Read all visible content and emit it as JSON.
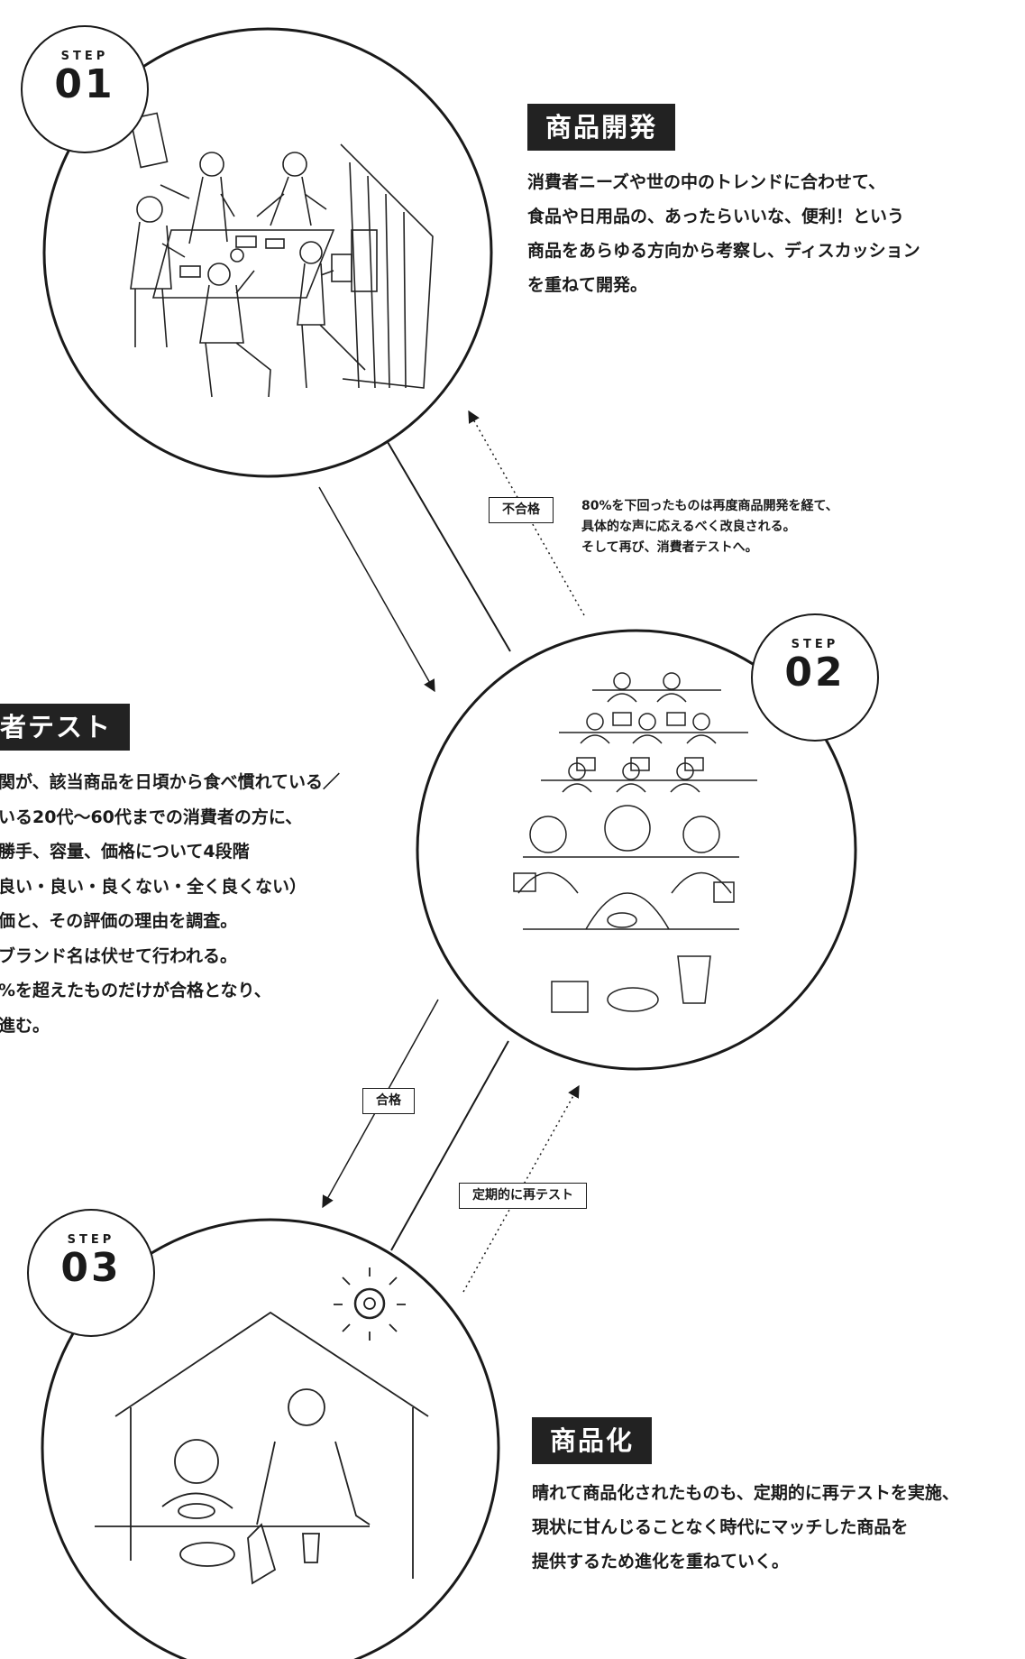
{
  "steps": [
    {
      "label": "STEP",
      "number": "01",
      "title": "商品開発",
      "description": [
        "消費者ニーズや世の中のトレンドに合わせて、",
        "食品や日用品の、あったらいいな、便利！という",
        "商品をあらゆる方向から考察し、ディスカッション",
        "を重ねて開発。"
      ],
      "illustration": "meeting-illustration"
    },
    {
      "label": "STEP",
      "number": "02",
      "title": "者テスト",
      "description": [
        "関が、該当商品を日頃から食べ慣れている／",
        "いる20代〜60代までの消費者の方に、",
        "勝手、容量、価格について4段階",
        "良い・良い・良くない・全く良くない）",
        "価と、その評価の理由を調査。",
        "ブランド名は伏せて行われる。",
        "%を超えたものだけが合格となり、",
        "進む。"
      ],
      "illustration": "tasting-panel-illustration"
    },
    {
      "label": "STEP",
      "number": "03",
      "title": "商品化",
      "description": [
        "晴れて商品化されたものも、定期的に再テストを実施、",
        "現状に甘んじることなく時代にマッチした商品を",
        "提供するため進化を重ねていく。"
      ],
      "illustration": "family-home-illustration"
    }
  ],
  "flow": {
    "fail_label": "不合格",
    "fail_note": [
      "80%を下回ったものは再度商品開発を経て、",
      "具体的な声に応えるべく改良される。",
      "そして再び、消費者テストへ。"
    ],
    "pass_label": "合格",
    "retest_label": "定期的に再テスト"
  }
}
